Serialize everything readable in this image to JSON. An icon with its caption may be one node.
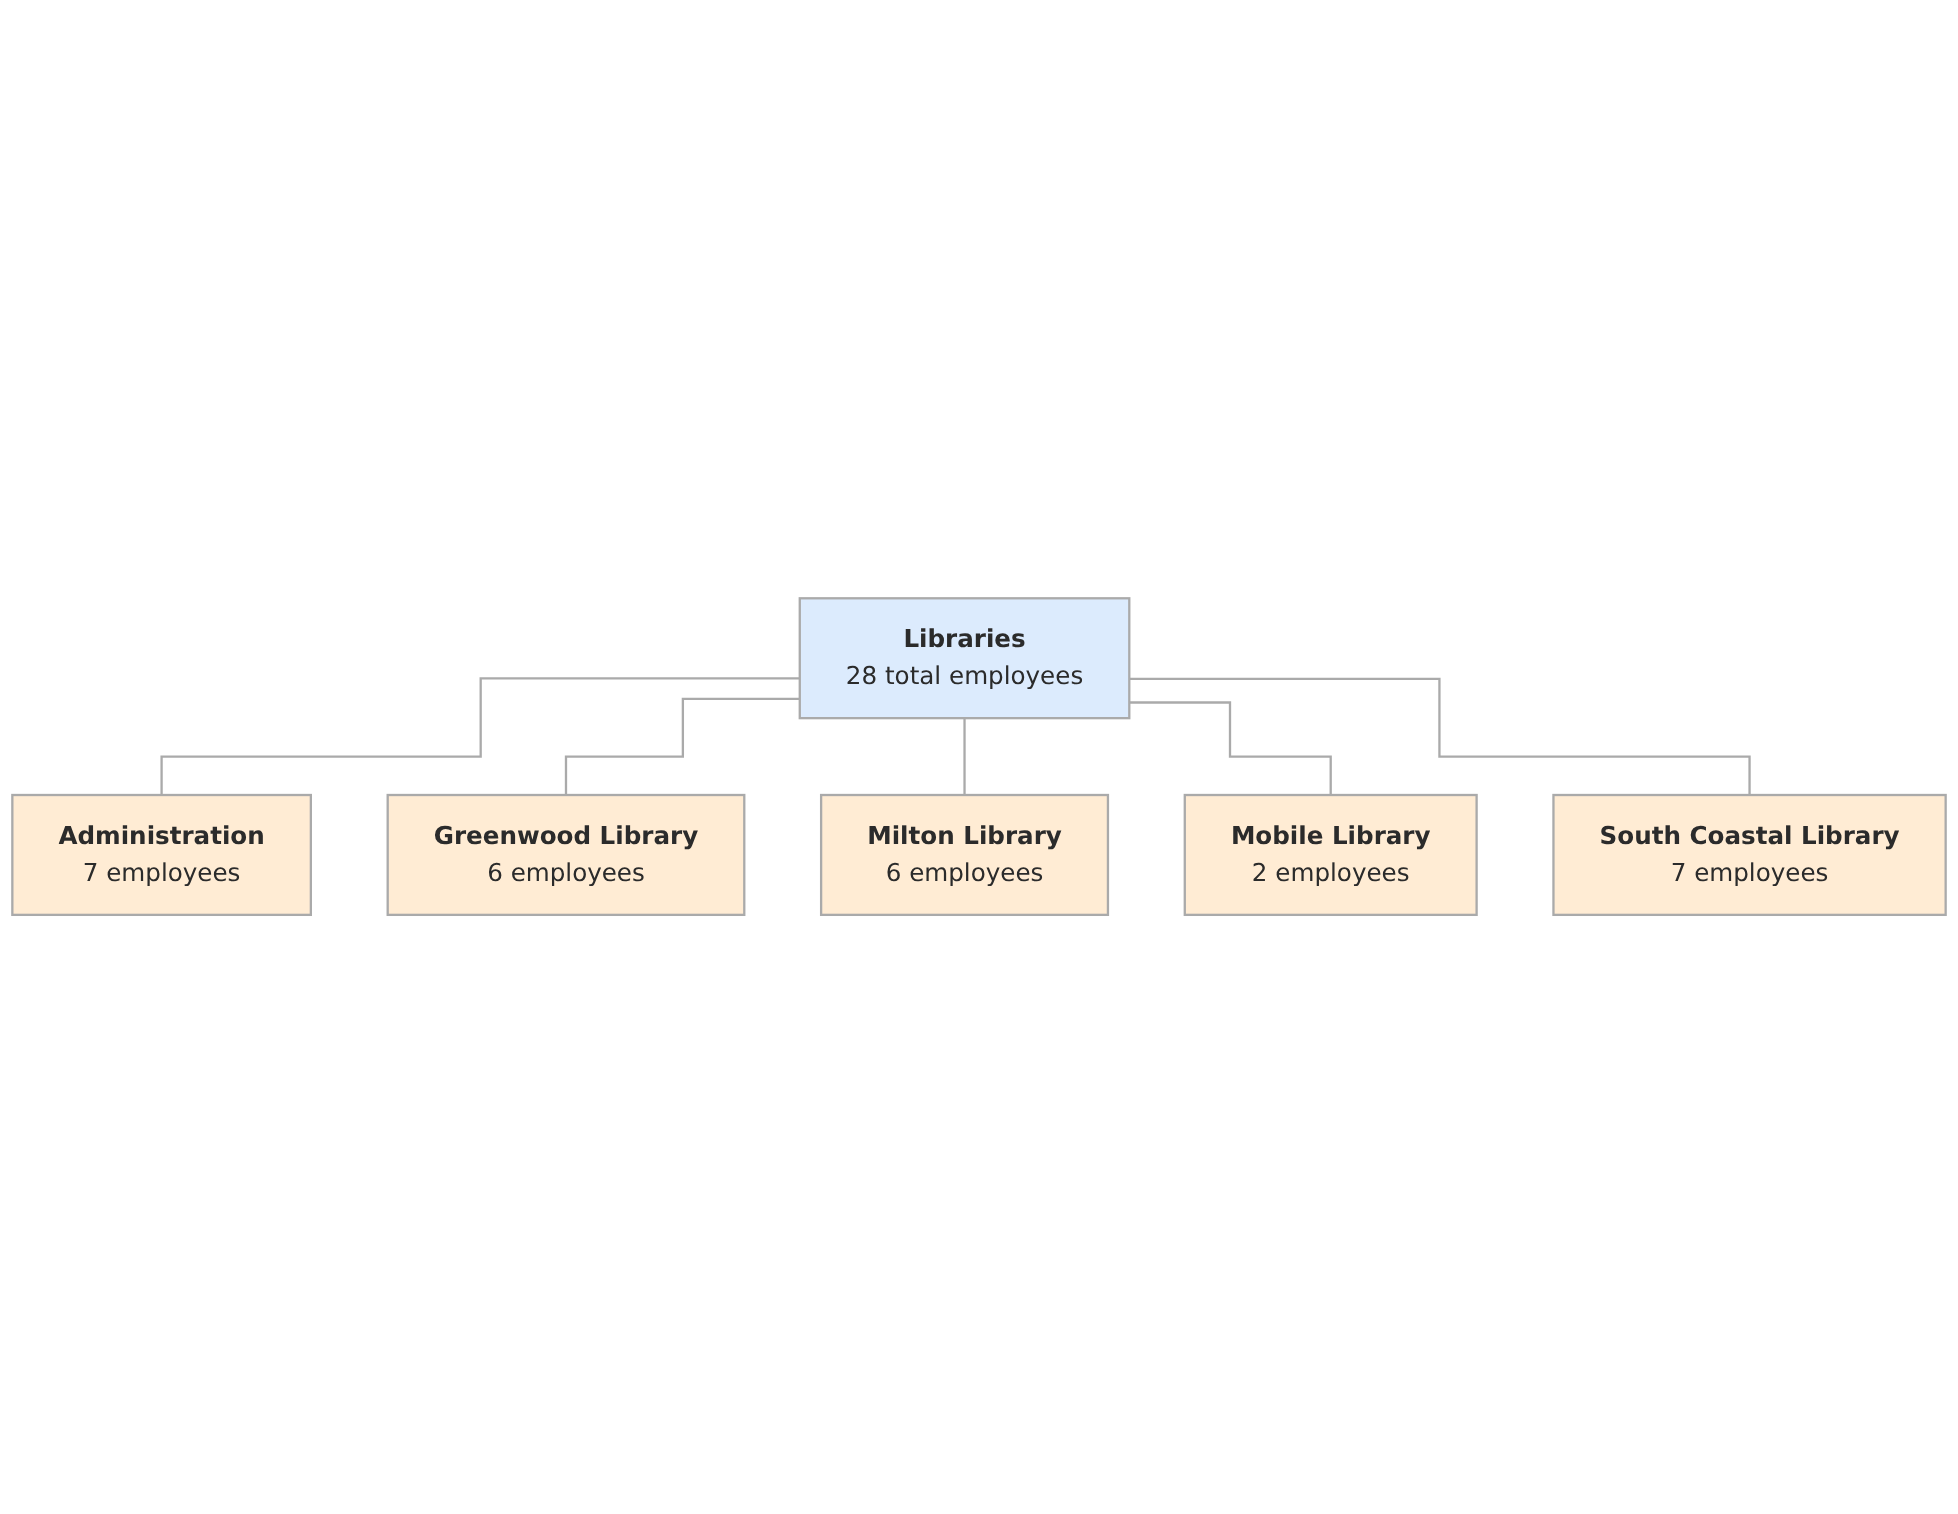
{
  "diagram": {
    "nodes": [
      {
        "text": [
          "Libraries",
          "28 total employees"
        ]
      },
      {
        "text": [
          "Administration",
          "7 employees"
        ]
      },
      {
        "text": [
          "Greenwood Library",
          "6 employees"
        ]
      },
      {
        "text": [
          "Milton Library",
          "6 employees"
        ]
      },
      {
        "text": [
          "Mobile Library",
          "2 employees"
        ]
      },
      {
        "text": [
          "South Coastal Library",
          "7 employees"
        ]
      }
    ],
    "edges": [
      {
        "from": 0,
        "to": 1,
        "arrow": "none"
      },
      {
        "from": 0,
        "to": 2,
        "arrow": "none"
      },
      {
        "from": 0,
        "to": 3,
        "arrow": "none"
      },
      {
        "from": 0,
        "to": 4,
        "arrow": "none"
      },
      {
        "from": 0,
        "to": 5,
        "arrow": "none"
      }
    ]
  }
}
